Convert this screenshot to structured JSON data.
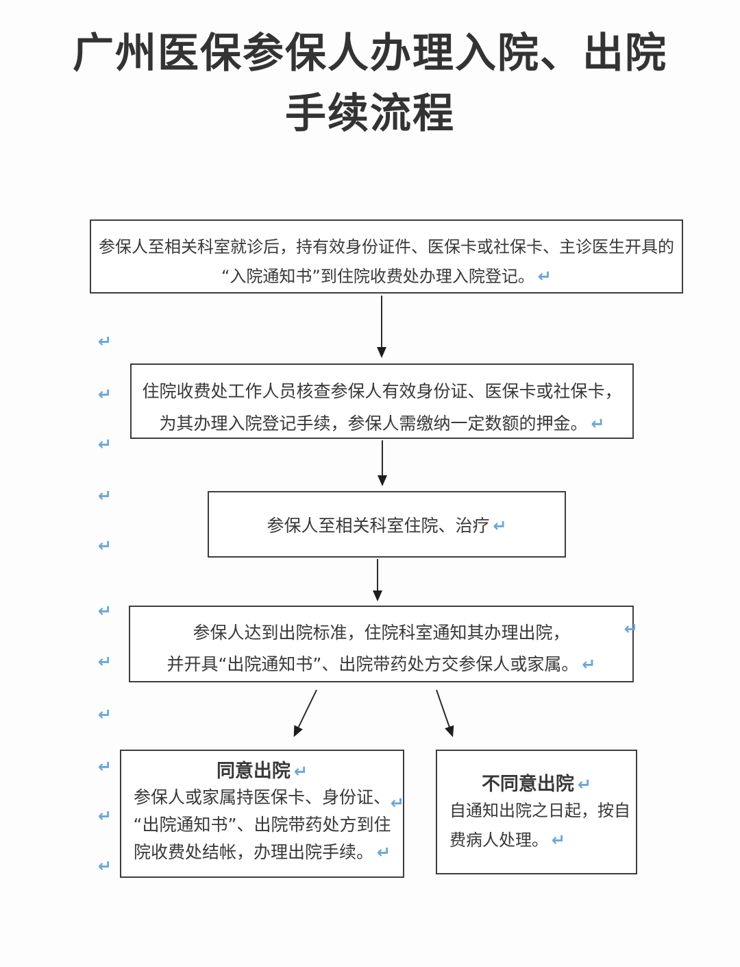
{
  "page": {
    "title_line1": "广州医保参保人办理入院、出院",
    "title_line2": "手续流程"
  },
  "glyphs": {
    "pilcrow": "↵"
  },
  "colors": {
    "box_border": "#3d3d3d",
    "text": "#383838",
    "pilcrow_blue": "#6ba6d9"
  },
  "flowchart": {
    "steps": [
      {
        "name": "consult-and-register",
        "lines": [
          "参保人至相关科室就诊后，持有效身份证件、医保卡或社保卡、主诊医生开具的",
          "“入院通知书”到住院收费处办理入院登记。"
        ]
      },
      {
        "name": "fee-office-verification",
        "lines": [
          "住院收费处工作人员核查参保人有效身份证、医保卡或社保卡，",
          "为其办理入院登记手续，参保人需缴纳一定数额的押金。"
        ]
      },
      {
        "name": "hospitalization-treatment",
        "lines": [
          "参保人至相关科室住院、治疗"
        ]
      },
      {
        "name": "discharge-standard-notice",
        "lines": [
          "参保人达到出院标准，住院科室通知其办理出院，",
          "并开具“出院通知书”、出院带药处方交参保人或家属。"
        ]
      }
    ],
    "branches": [
      {
        "name": "agree-discharge",
        "title": "同意出院",
        "lines": [
          "参保人或家属持医保卡、身份证、",
          "“出院通知书”、出院带药处方到住",
          "院收费处结帐，办理出院手续。"
        ]
      },
      {
        "name": "disagree-discharge",
        "title": "不同意出院",
        "lines": [
          "自通知出院之日起，按自",
          "费病人处理。"
        ]
      }
    ]
  }
}
